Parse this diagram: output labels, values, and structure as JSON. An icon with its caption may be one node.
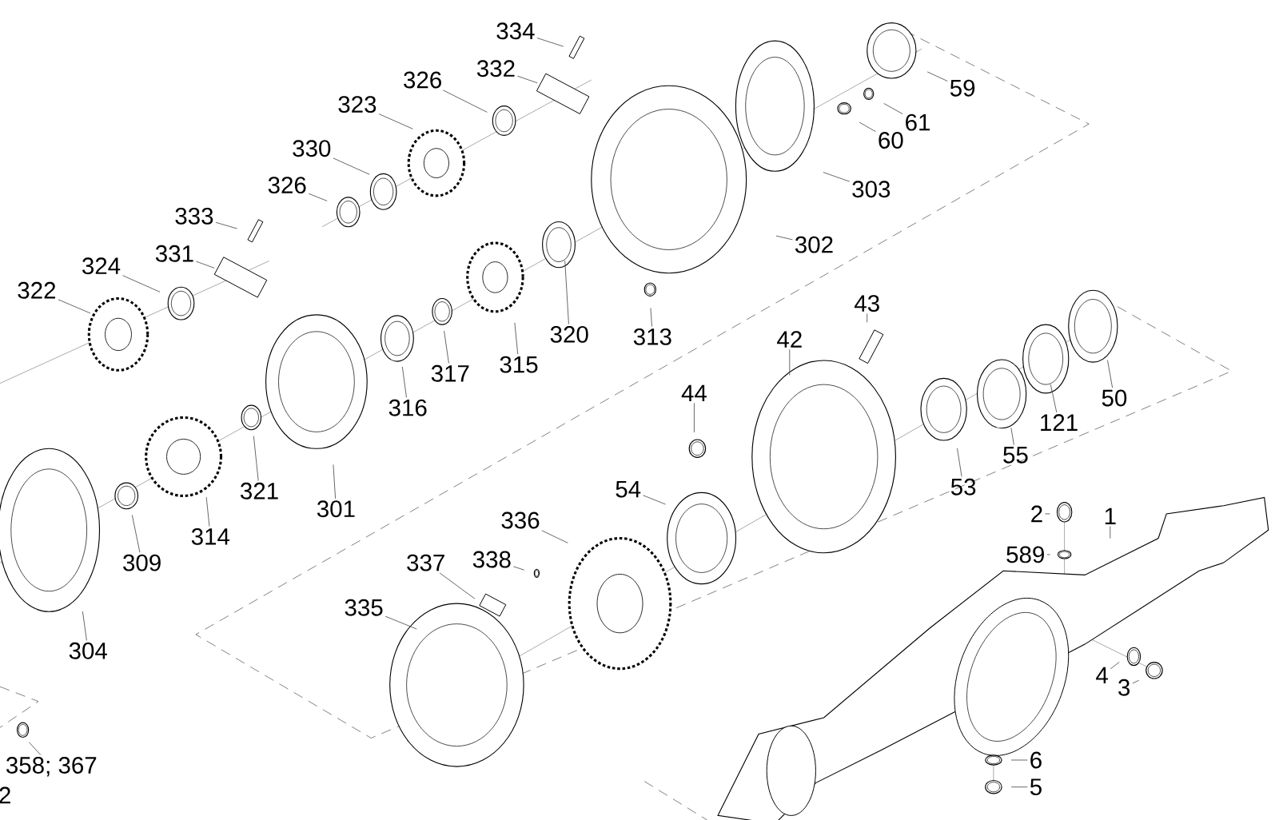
{
  "diagram": {
    "nodes": [
      {
        "text": [
          "334"
        ]
      },
      {
        "text": [
          "332"
        ]
      },
      {
        "text": [
          "326"
        ]
      },
      {
        "text": [
          "323"
        ]
      },
      {
        "text": [
          "330"
        ]
      },
      {
        "text": [
          "326"
        ]
      },
      {
        "text": [
          "59"
        ]
      },
      {
        "text": [
          "61"
        ]
      },
      {
        "text": [
          "60"
        ]
      },
      {
        "text": [
          "303"
        ]
      },
      {
        "text": [
          "333"
        ]
      },
      {
        "text": [
          "331"
        ]
      },
      {
        "text": [
          "324"
        ]
      },
      {
        "text": [
          "302"
        ]
      },
      {
        "text": [
          "322"
        ]
      },
      {
        "text": [
          "320"
        ]
      },
      {
        "text": [
          "313"
        ]
      },
      {
        "text": [
          "43"
        ]
      },
      {
        "text": [
          "42"
        ]
      },
      {
        "text": [
          "315"
        ]
      },
      {
        "text": [
          "317"
        ]
      },
      {
        "text": [
          "316"
        ]
      },
      {
        "text": [
          "50"
        ]
      },
      {
        "text": [
          "44"
        ]
      },
      {
        "text": [
          "121"
        ]
      },
      {
        "text": [
          "55"
        ]
      },
      {
        "text": [
          "53"
        ]
      },
      {
        "text": [
          "321"
        ]
      },
      {
        "text": [
          "301"
        ]
      },
      {
        "text": [
          "54"
        ]
      },
      {
        "text": [
          "2"
        ]
      },
      {
        "text": [
          "1"
        ]
      },
      {
        "text": [
          "336"
        ]
      },
      {
        "text": [
          "314"
        ]
      },
      {
        "text": [
          "589"
        ]
      },
      {
        "text": [
          "338"
        ]
      },
      {
        "text": [
          "337"
        ]
      },
      {
        "text": [
          "309"
        ]
      },
      {
        "text": [
          "335"
        ]
      },
      {
        "text": [
          "304"
        ]
      },
      {
        "text": [
          "4"
        ]
      },
      {
        "text": [
          "3"
        ]
      },
      {
        "text": [
          "6"
        ]
      },
      {
        "text": [
          "358; 367"
        ]
      },
      {
        "text": [
          "5"
        ]
      }
    ],
    "edges": [
      {
        "from": 0,
        "to": null,
        "arrow": "none"
      },
      {
        "from": 1,
        "to": null,
        "arrow": "none"
      },
      {
        "from": 2,
        "to": null,
        "arrow": "none"
      },
      {
        "from": 3,
        "to": null,
        "arrow": "none"
      },
      {
        "from": 4,
        "to": null,
        "arrow": "none"
      },
      {
        "from": 5,
        "to": null,
        "arrow": "none"
      },
      {
        "from": 6,
        "to": null,
        "arrow": "none"
      },
      {
        "from": 7,
        "to": null,
        "arrow": "none"
      },
      {
        "from": 8,
        "to": null,
        "arrow": "none"
      },
      {
        "from": 9,
        "to": null,
        "arrow": "none"
      },
      {
        "from": 10,
        "to": null,
        "arrow": "none"
      },
      {
        "from": 11,
        "to": null,
        "arrow": "none"
      },
      {
        "from": 12,
        "to": null,
        "arrow": "none"
      },
      {
        "from": 13,
        "to": null,
        "arrow": "none"
      },
      {
        "from": 14,
        "to": null,
        "arrow": "none"
      },
      {
        "from": 15,
        "to": null,
        "arrow": "none"
      },
      {
        "from": 16,
        "to": null,
        "arrow": "none"
      },
      {
        "from": 17,
        "to": null,
        "arrow": "none"
      },
      {
        "from": 18,
        "to": null,
        "arrow": "none"
      },
      {
        "from": 19,
        "to": null,
        "arrow": "none"
      },
      {
        "from": 20,
        "to": null,
        "arrow": "none"
      },
      {
        "from": 21,
        "to": null,
        "arrow": "none"
      },
      {
        "from": 22,
        "to": null,
        "arrow": "none"
      },
      {
        "from": 23,
        "to": null,
        "arrow": "none"
      },
      {
        "from": 24,
        "to": null,
        "arrow": "none"
      },
      {
        "from": 25,
        "to": null,
        "arrow": "none"
      },
      {
        "from": 26,
        "to": null,
        "arrow": "none"
      },
      {
        "from": 27,
        "to": null,
        "arrow": "none"
      },
      {
        "from": 28,
        "to": null,
        "arrow": "none"
      },
      {
        "from": 29,
        "to": null,
        "arrow": "none"
      },
      {
        "from": 30,
        "to": null,
        "arrow": "none"
      },
      {
        "from": 31,
        "to": null,
        "arrow": "none"
      },
      {
        "from": 32,
        "to": null,
        "arrow": "none"
      },
      {
        "from": 33,
        "to": null,
        "arrow": "none"
      },
      {
        "from": 34,
        "to": null,
        "arrow": "none"
      },
      {
        "from": 35,
        "to": null,
        "arrow": "none"
      },
      {
        "from": 36,
        "to": null,
        "arrow": "none"
      },
      {
        "from": 37,
        "to": null,
        "arrow": "none"
      },
      {
        "from": 38,
        "to": null,
        "arrow": "none"
      },
      {
        "from": 39,
        "to": null,
        "arrow": "none"
      },
      {
        "from": 40,
        "to": null,
        "arrow": "none"
      },
      {
        "from": 41,
        "to": null,
        "arrow": "none"
      },
      {
        "from": 42,
        "to": null,
        "arrow": "none"
      },
      {
        "from": 43,
        "to": null,
        "arrow": "none"
      },
      {
        "from": 44,
        "to": null,
        "arrow": "none"
      }
    ],
    "labels": [
      "2"
    ]
  }
}
